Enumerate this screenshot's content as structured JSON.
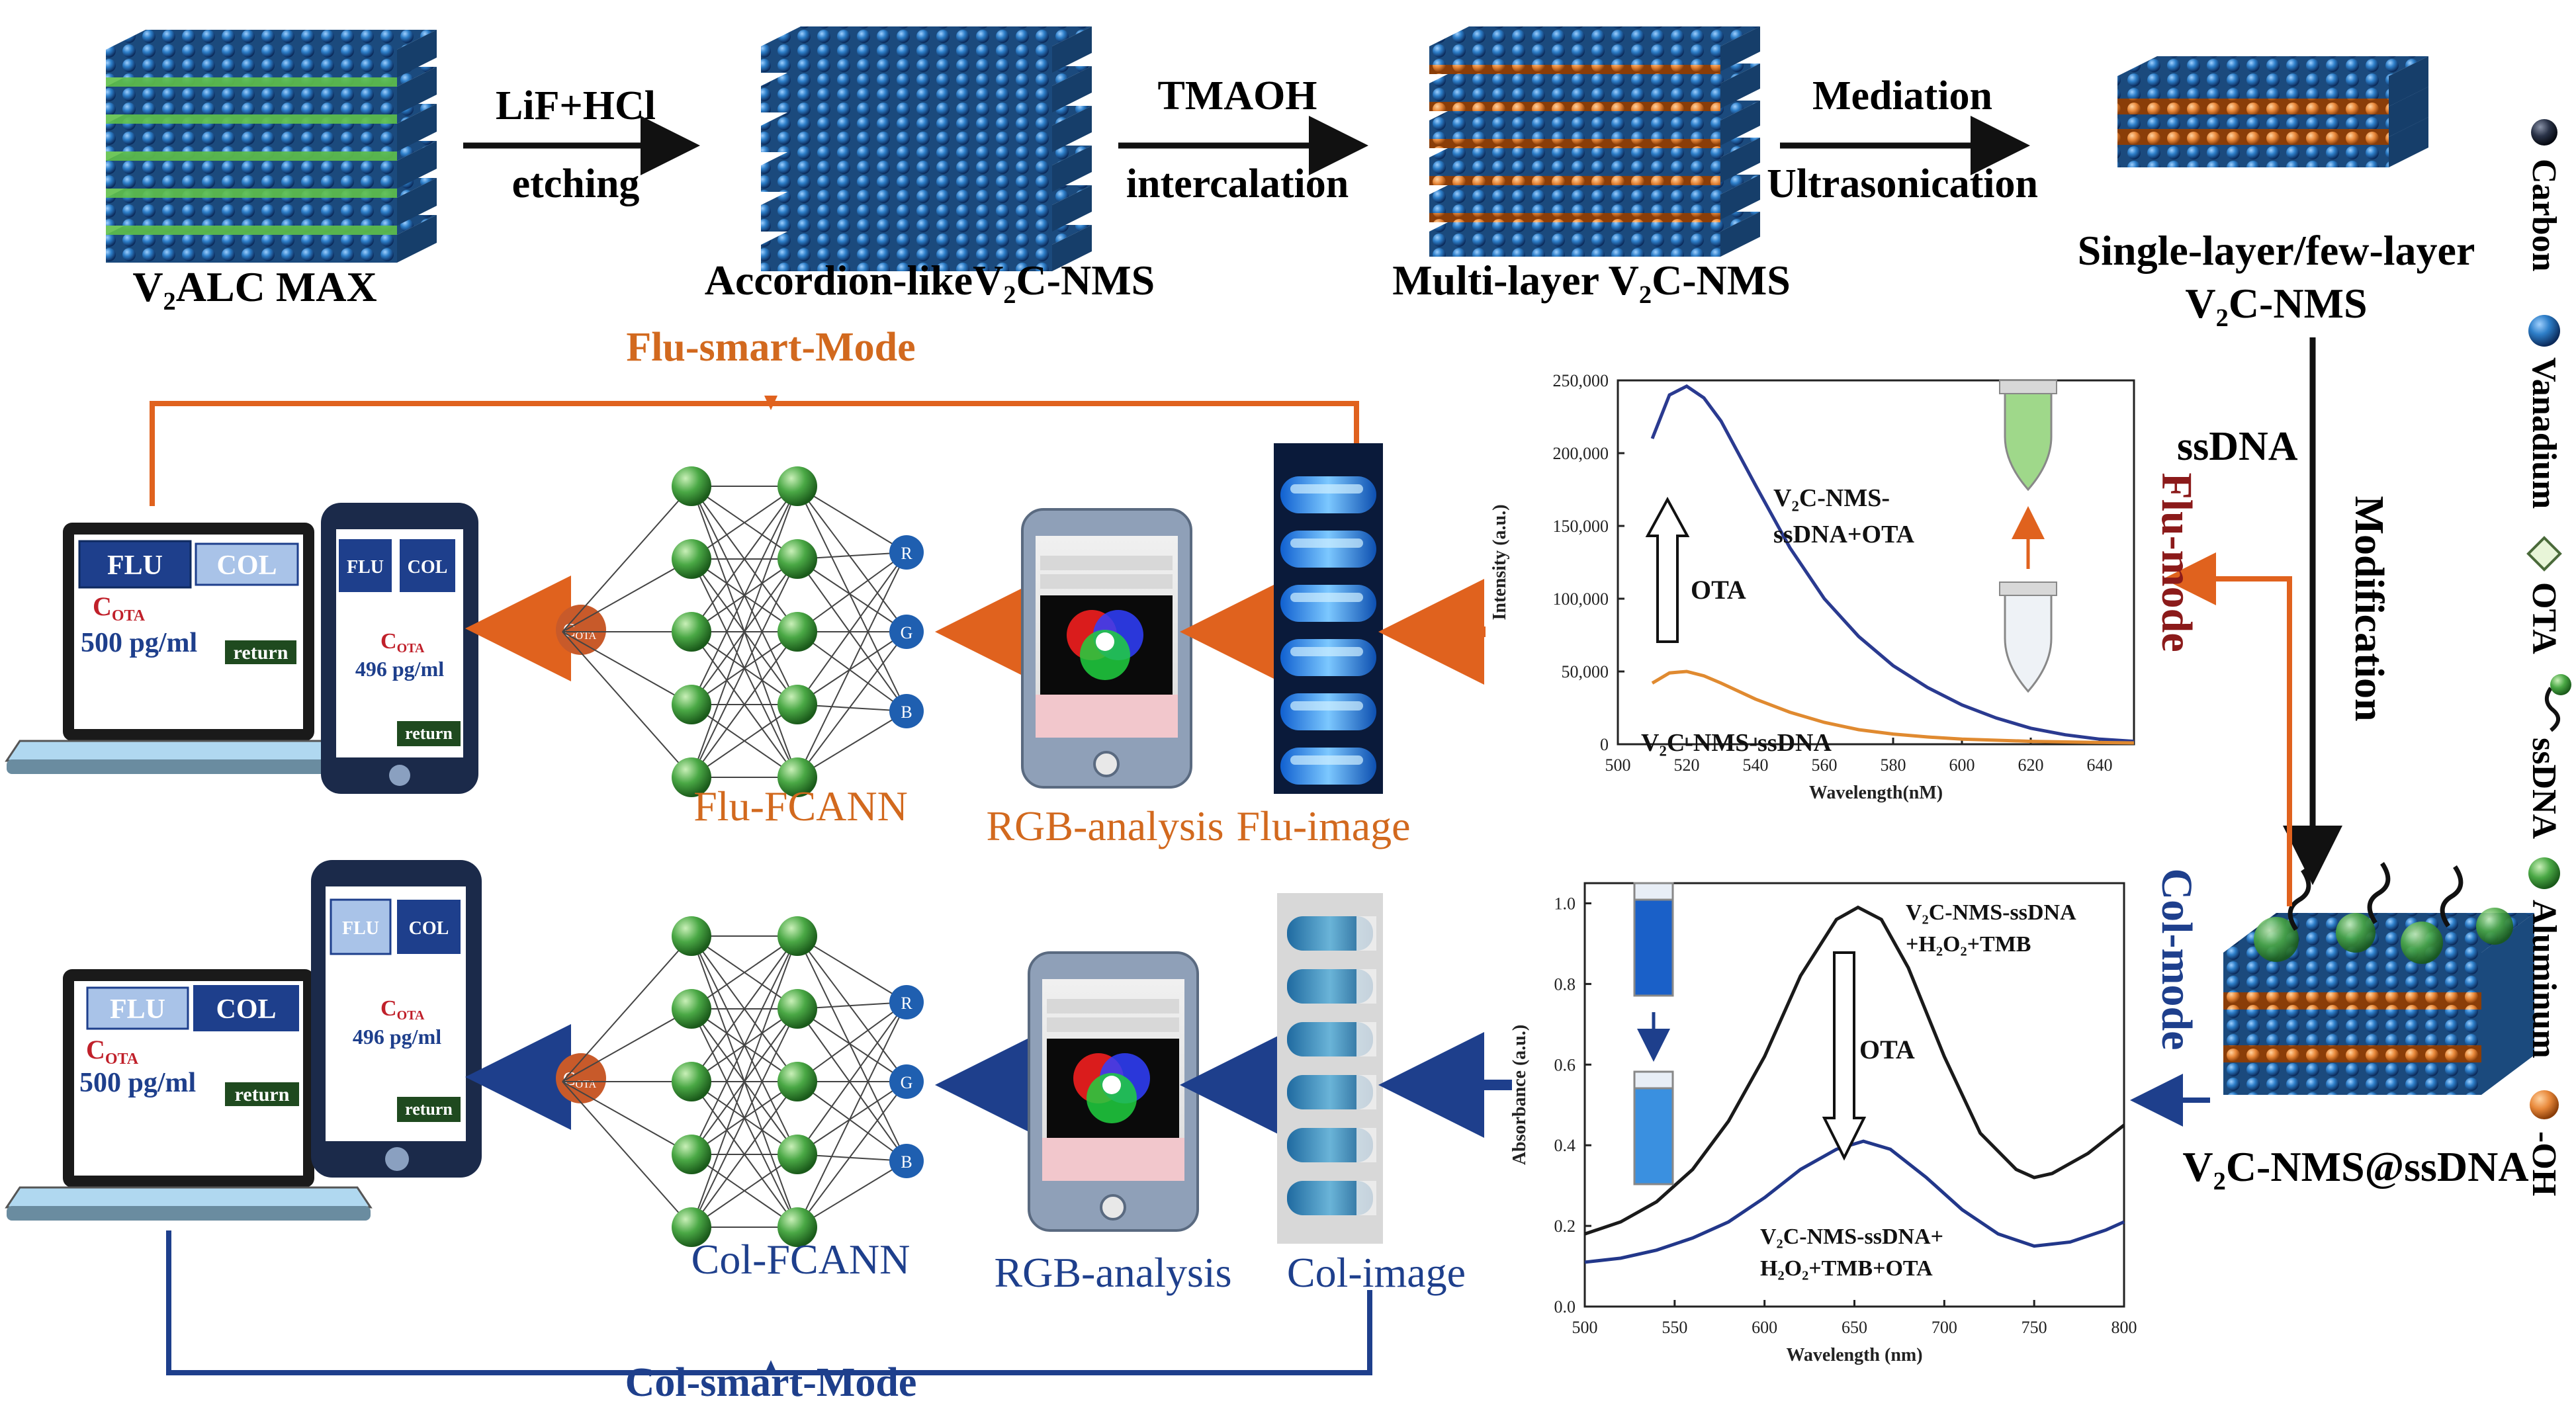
{
  "steps": {
    "s1_label": "V₂ALC MAX",
    "a1_top": "LiF+HCl",
    "a1_bottom": "etching",
    "s2_label": "Accordion-likeV₂C-NMS",
    "a2_top": "TMAOH",
    "a2_bottom": "intercalation",
    "s3_label": "Multi-layer V₂C-NMS",
    "a3_top": "Mediation",
    "a3_bottom": "Ultrasonication",
    "s4_label_1": "Single-layer/few-layer",
    "s4_label_2": "V₂C-NMS",
    "ssdna": "ssDNA",
    "modification": "Modification",
    "product": "V₂C-NMS@ssDNA"
  },
  "legend": {
    "carbon": "Carbon",
    "vanadium": "Vanadium",
    "ota": "OTA",
    "ssdna": "ssDNA",
    "aluminum": "Aluminum",
    "oh": "-OH"
  },
  "colors": {
    "flu": "#d2691e",
    "col": "#1e3f8c",
    "flu_mode_text": "#8b1a1a",
    "blue_sphere": "#2e7fc9",
    "orange_sphere": "#e8883a",
    "green_node": "#4aa845",
    "rgb_node": "#1f5fb0",
    "cota_node": "#c85a2a"
  },
  "flu": {
    "mode_title": "Flu-smart-Mode",
    "side_label": "Flu-mode",
    "fcann": "Flu-FCANN",
    "rgb": "RGB-analysis",
    "image": "Flu-image",
    "laptop_btn1": "FLU",
    "laptop_btn2": "COL",
    "laptop_c": "C",
    "laptop_sub": "OTA",
    "laptop_value": "500 pg/ml",
    "laptop_return": "return",
    "phone_btn1": "FLU",
    "phone_btn2": "COL",
    "phone_c": "C",
    "phone_sub": "OTA",
    "phone_value": "496 pg/ml",
    "phone_return": "return",
    "node_c": "C",
    "node_sub": "OTA",
    "out_r": "R",
    "out_g": "G",
    "out_b": "B"
  },
  "col": {
    "mode_title": "Col-smart-Mode",
    "side_label": "Col-mode",
    "fcann": "Col-FCANN",
    "rgb": "RGB-analysis",
    "image": "Col-image",
    "laptop_btn1": "FLU",
    "laptop_btn2": "COL",
    "laptop_c": "C",
    "laptop_sub": "OTA",
    "laptop_value": "500 pg/ml",
    "laptop_return": "return",
    "phone_btn1": "FLU",
    "phone_btn2": "COL",
    "phone_c": "C",
    "phone_sub": "OTA",
    "phone_value": "496 pg/ml",
    "phone_return": "return",
    "node_c": "C",
    "node_sub": "OTA",
    "out_r": "R",
    "out_g": "G",
    "out_b": "B"
  },
  "chart_data": [
    {
      "type": "line",
      "xlabel": "Wavelength(nM)",
      "ylabel": "Intensity (a.u.)",
      "xlim": [
        500,
        650
      ],
      "ylim": [
        0,
        250000
      ],
      "xticks": [
        "500",
        "520",
        "540",
        "560",
        "580",
        "600",
        "620",
        "640"
      ],
      "yticks": [
        "0",
        "50,000",
        "100,000",
        "150,000",
        "200,000",
        "250,000"
      ],
      "series": [
        {
          "name": "V₂C-NMS-ssDNA+OTA",
          "color": "#2a3a90",
          "x": [
            510,
            515,
            520,
            525,
            530,
            540,
            550,
            560,
            570,
            580,
            590,
            600,
            610,
            620,
            630,
            640,
            650
          ],
          "y": [
            210000,
            240000,
            246000,
            238000,
            222000,
            178000,
            135000,
            100000,
            74000,
            54000,
            39000,
            27000,
            18000,
            11000,
            6500,
            3500,
            2000
          ]
        },
        {
          "name": "V₂C-NMS-ssDNA",
          "color": "#e08a30",
          "x": [
            510,
            515,
            520,
            525,
            530,
            540,
            550,
            560,
            570,
            580,
            590,
            600,
            620,
            640,
            650
          ],
          "y": [
            42000,
            49000,
            50000,
            47000,
            42000,
            31000,
            22000,
            15000,
            10000,
            7000,
            5000,
            3500,
            2000,
            1200,
            900
          ]
        }
      ],
      "annotations": {
        "label_top": "V₂C-NMS-ssDNA+OTA",
        "label_bottom": "V₂C-NMS-ssDNA",
        "arrow": "OTA"
      }
    },
    {
      "type": "line",
      "xlabel": "Wavelength (nm)",
      "ylabel": "Absorbance (a.u.)",
      "xlim": [
        500,
        800
      ],
      "ylim": [
        0.0,
        1.05
      ],
      "xticks": [
        "500",
        "550",
        "600",
        "650",
        "700",
        "750",
        "800"
      ],
      "yticks": [
        "0.0",
        "0.2",
        "0.4",
        "0.6",
        "0.8",
        "1.0"
      ],
      "series": [
        {
          "name": "V₂C-NMS-ssDNA+H₂O₂+TMB",
          "color": "#1a1a1a",
          "x": [
            500,
            520,
            540,
            560,
            580,
            600,
            620,
            640,
            652,
            665,
            680,
            700,
            720,
            740,
            750,
            760,
            780,
            800
          ],
          "y": [
            0.18,
            0.21,
            0.26,
            0.34,
            0.46,
            0.62,
            0.82,
            0.96,
            0.99,
            0.96,
            0.84,
            0.62,
            0.43,
            0.34,
            0.32,
            0.33,
            0.38,
            0.45
          ]
        },
        {
          "name": "V₂C-NMS-ssDNA+H₂O₂+TMB+OTA",
          "color": "#22378a",
          "x": [
            500,
            520,
            540,
            560,
            580,
            600,
            620,
            640,
            655,
            670,
            690,
            710,
            730,
            750,
            770,
            790,
            800
          ],
          "y": [
            0.11,
            0.12,
            0.14,
            0.17,
            0.21,
            0.27,
            0.34,
            0.39,
            0.41,
            0.39,
            0.32,
            0.24,
            0.18,
            0.15,
            0.16,
            0.19,
            0.21
          ]
        }
      ],
      "annotations": {
        "label_top_1": "V₂C-NMS-ssDNA",
        "label_top_2": "+H₂O₂+TMB",
        "label_bottom_1": "V₂C-NMS-ssDNA+",
        "label_bottom_2": "H₂O₂+TMB+OTA",
        "arrow": "OTA"
      }
    }
  ]
}
